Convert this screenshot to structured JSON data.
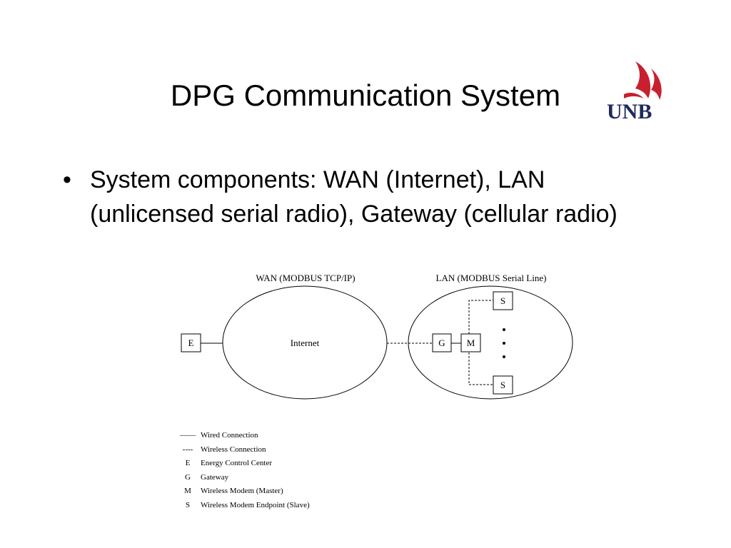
{
  "slide": {
    "title": "DPG Communication System",
    "bullets": [
      "System components: WAN (Internet), LAN (unlicensed serial radio), Gateway (cellular radio)"
    ]
  },
  "logo": {
    "text": "UNB",
    "icon": "sail-icon",
    "colors": {
      "sail": "#c8202e",
      "text": "#1f2a5c"
    }
  },
  "diagram": {
    "wan_label": "WAN (MODBUS TCP/IP)",
    "lan_label": "LAN (MODBUS Serial Line)",
    "internet_label": "Internet",
    "nodes": {
      "e": "E",
      "g": "G",
      "m": "M",
      "s_top": "S",
      "s_bottom": "S"
    },
    "ellipsis": "...",
    "legend": [
      {
        "symbol": "——",
        "text": "Wired Connection"
      },
      {
        "symbol": "----",
        "text": "Wireless Connection"
      },
      {
        "symbol": "E",
        "text": "Energy Control Center"
      },
      {
        "symbol": "G",
        "text": "Gateway"
      },
      {
        "symbol": "M",
        "text": "Wireless Modem (Master)"
      },
      {
        "symbol": "S",
        "text": "Wireless Modem Endpoint (Slave)"
      }
    ]
  }
}
